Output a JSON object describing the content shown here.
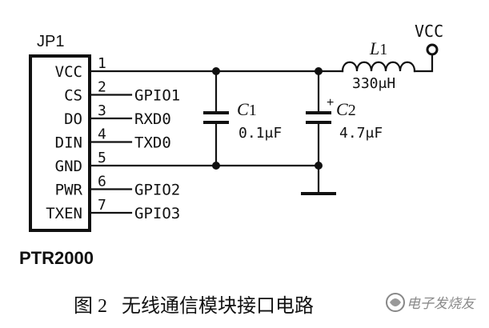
{
  "connector": {
    "ref": "JP1",
    "part": "PTR2000",
    "pins": [
      {
        "num": "1",
        "name": "VCC",
        "net": ""
      },
      {
        "num": "2",
        "name": "CS",
        "net": "GPIO1"
      },
      {
        "num": "3",
        "name": "DO",
        "net": "RXD0"
      },
      {
        "num": "4",
        "name": "DIN",
        "net": "TXD0"
      },
      {
        "num": "5",
        "name": "GND",
        "net": ""
      },
      {
        "num": "6",
        "name": "PWR",
        "net": "GPIO2"
      },
      {
        "num": "7",
        "name": "TXEN",
        "net": "GPIO3"
      }
    ]
  },
  "components": {
    "c1": {
      "ref_letter": "C",
      "ref_digit": "1",
      "value": "0.1μF"
    },
    "c2": {
      "ref_letter": "C",
      "ref_digit": "2",
      "polarity": "+",
      "value": "4.7μF"
    },
    "l1": {
      "ref_letter": "L",
      "ref_digit": "1",
      "value": "330μH"
    },
    "supply": {
      "label": "VCC"
    }
  },
  "caption": "图 2   无线通信模块接口电路",
  "watermark": "电子发烧友"
}
